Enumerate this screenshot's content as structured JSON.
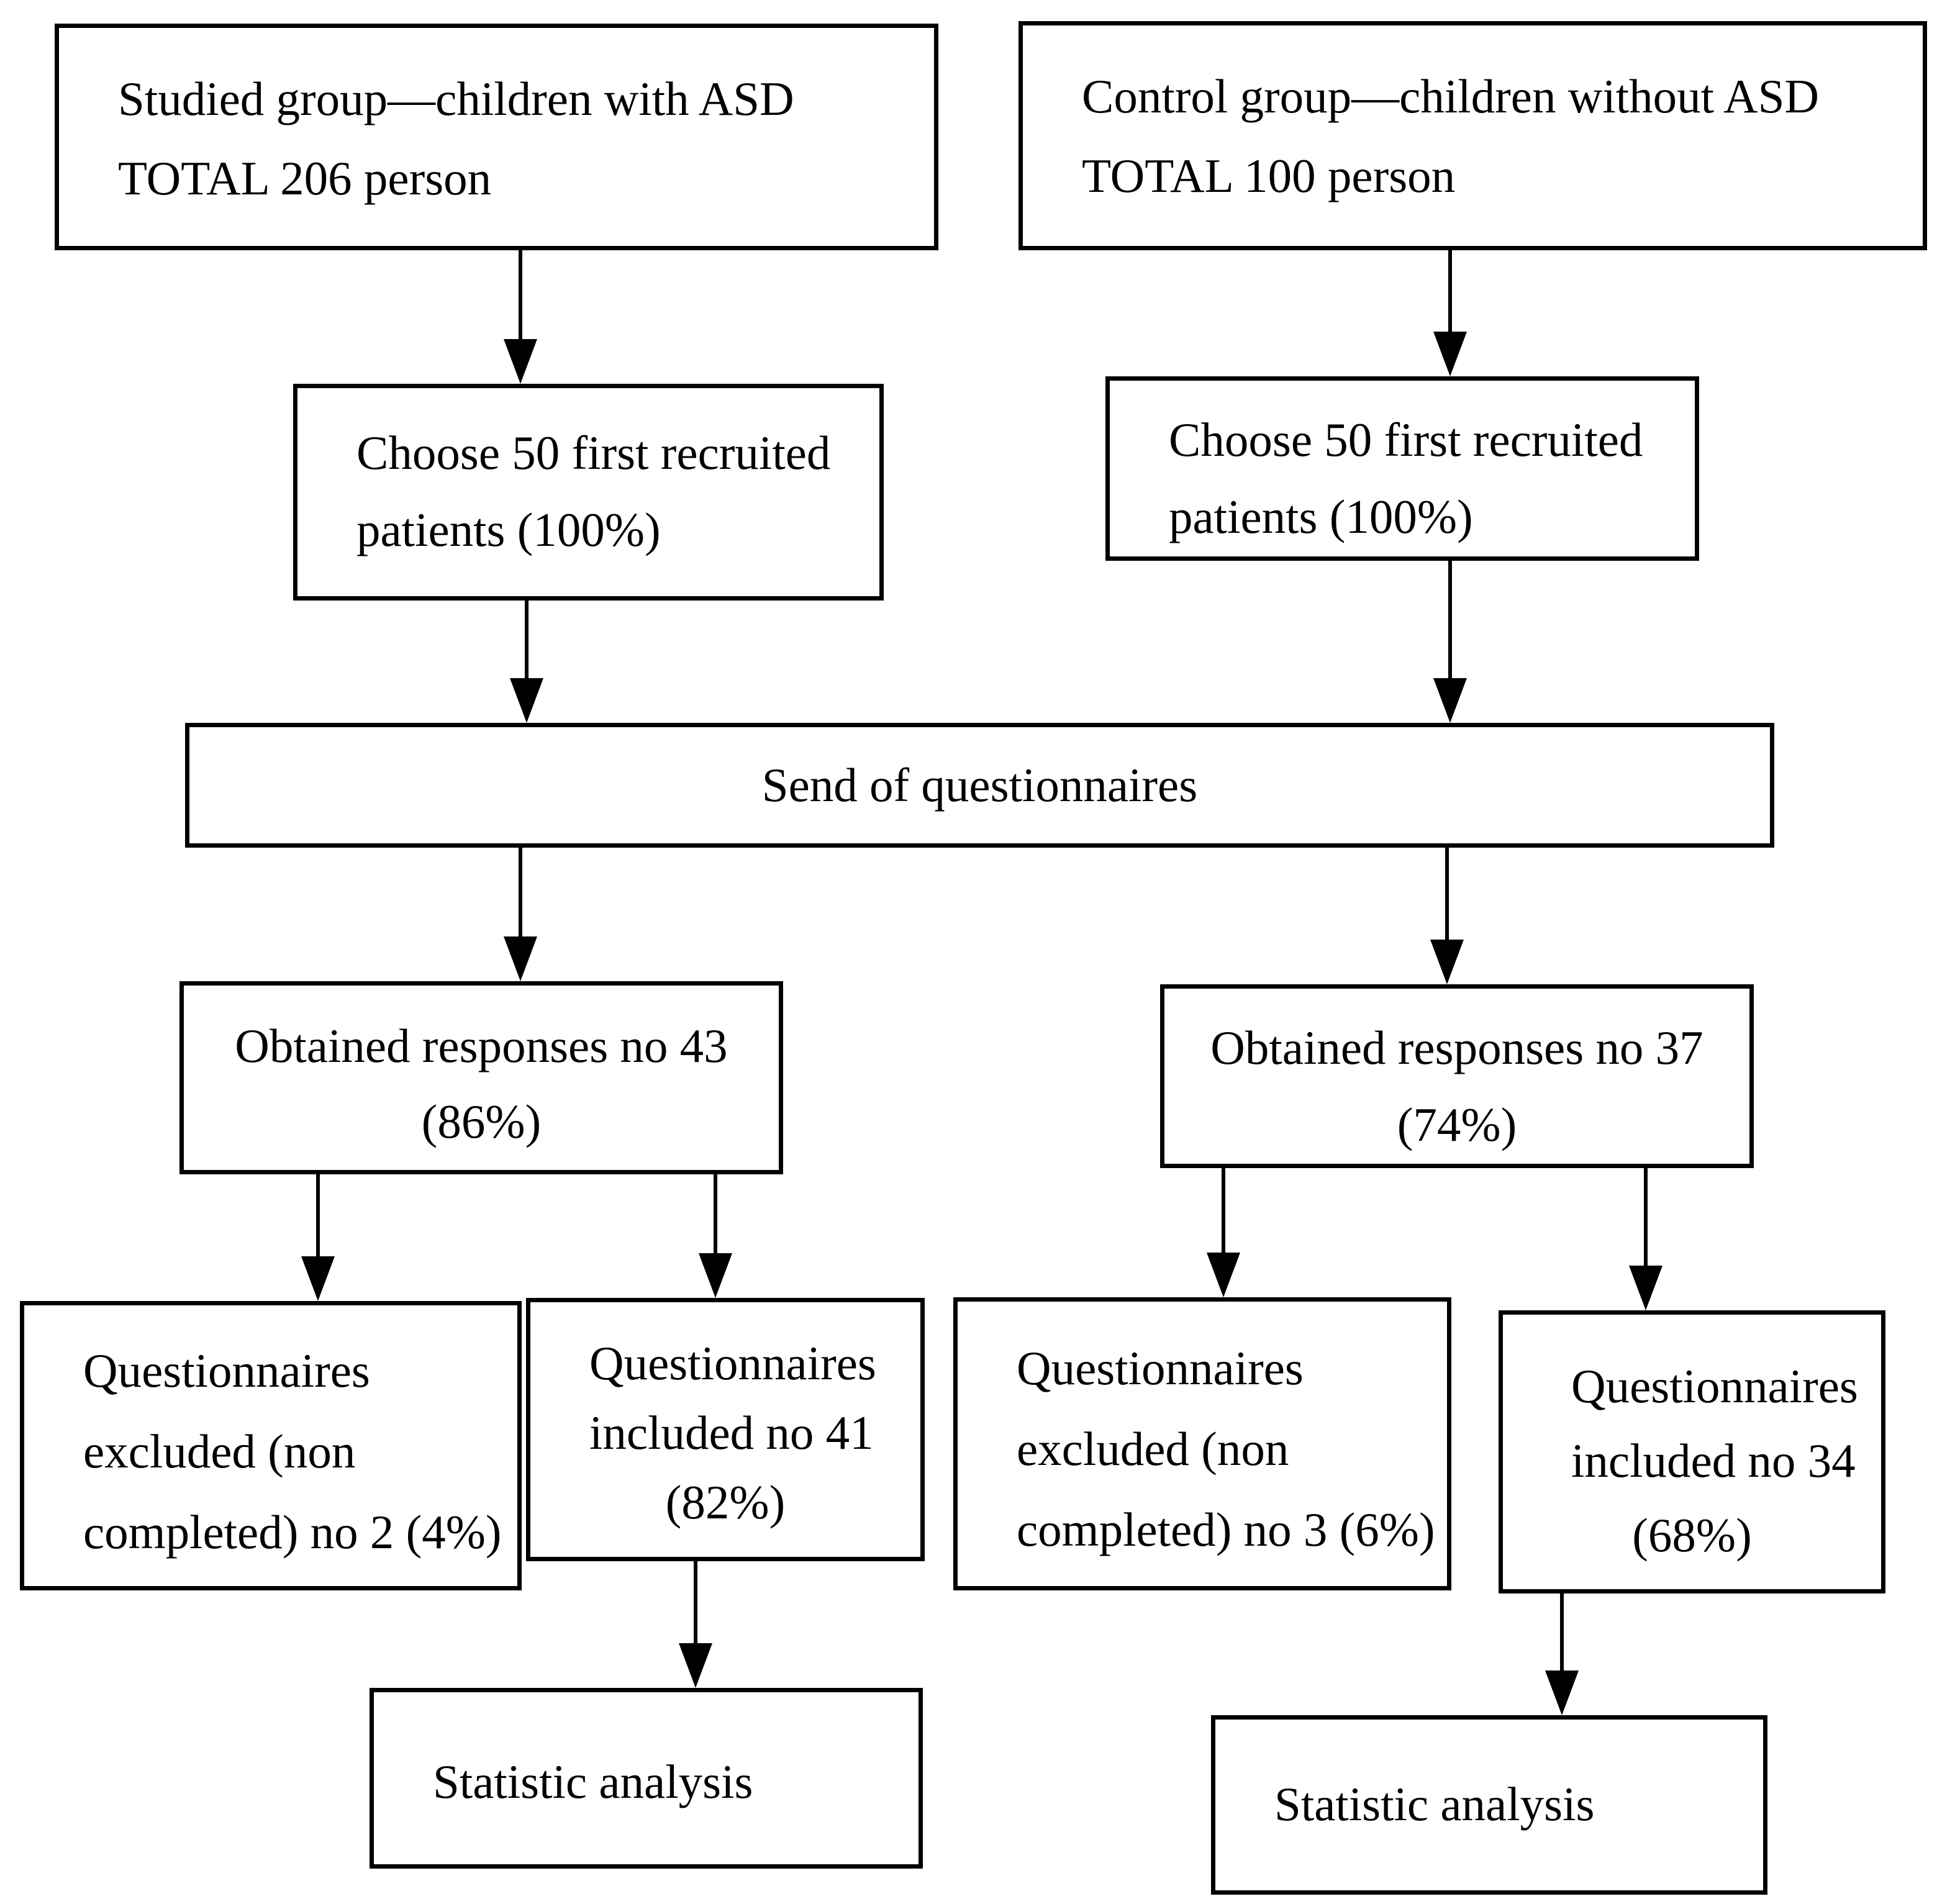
{
  "colors": {
    "ink": "#000000",
    "background": "#ffffff"
  },
  "nodes": {
    "studied_group": {
      "lines": [
        "Studied group—children with ASD",
        "TOTAL 206 person"
      ]
    },
    "control_group": {
      "lines": [
        "Control group—children without ASD",
        "TOTAL 100 person"
      ]
    },
    "choose_studied": {
      "lines": [
        "Choose 50 first recruited",
        "patients (100%)"
      ]
    },
    "choose_control": {
      "lines": [
        "Choose 50 first recruited",
        "patients (100%)"
      ]
    },
    "send": {
      "lines": [
        "Send of questionnaires"
      ]
    },
    "responses_studied": {
      "lines": [
        "Obtained responses no 43",
        "(86%)"
      ]
    },
    "responses_control": {
      "lines": [
        "Obtained responses no 37",
        "(74%)"
      ]
    },
    "excluded_studied": {
      "lines": [
        "Questionnaires",
        "excluded (non",
        "completed) no 2 (4%)"
      ]
    },
    "included_studied": {
      "lines": [
        "Questionnaires",
        "included no 41",
        "(82%)"
      ]
    },
    "excluded_control": {
      "lines": [
        "Questionnaires",
        "excluded (non",
        "completed) no 3 (6%)"
      ]
    },
    "included_control": {
      "lines": [
        "Questionnaires",
        "included no 34",
        "(68%)"
      ]
    },
    "analysis_studied": {
      "lines": [
        "Statistic analysis"
      ]
    },
    "analysis_control": {
      "lines": [
        "Statistic analysis"
      ]
    }
  },
  "edges": [
    {
      "from": "studied_group",
      "to": "choose_studied"
    },
    {
      "from": "control_group",
      "to": "choose_control"
    },
    {
      "from": "choose_studied",
      "to": "send"
    },
    {
      "from": "choose_control",
      "to": "send"
    },
    {
      "from": "send",
      "to": "responses_studied"
    },
    {
      "from": "send",
      "to": "responses_control"
    },
    {
      "from": "responses_studied",
      "to": "excluded_studied"
    },
    {
      "from": "responses_studied",
      "to": "included_studied"
    },
    {
      "from": "responses_control",
      "to": "excluded_control"
    },
    {
      "from": "responses_control",
      "to": "included_control"
    },
    {
      "from": "included_studied",
      "to": "analysis_studied"
    },
    {
      "from": "included_control",
      "to": "analysis_control"
    }
  ]
}
